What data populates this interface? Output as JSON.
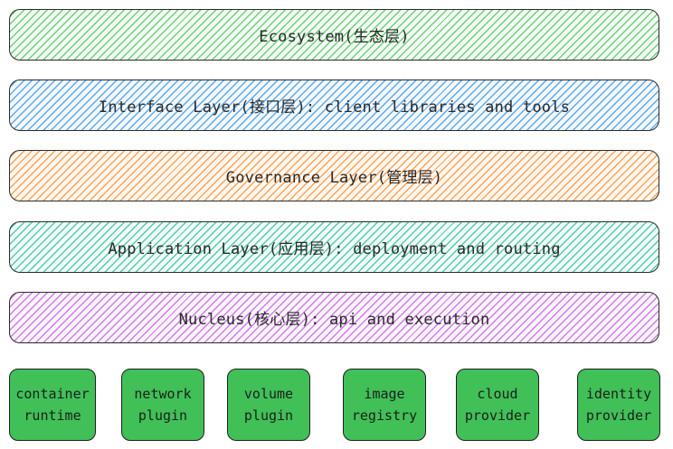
{
  "layers": [
    {
      "label": "Ecosystem(生态层)",
      "color": "#40c057"
    },
    {
      "label": "Interface Layer(接口层): client libraries and tools",
      "color": "#228be6"
    },
    {
      "label": "Governance Layer(管理层)",
      "color": "#fd7e14"
    },
    {
      "label": "Application Layer(应用层): deployment and routing",
      "color": "#12b886"
    },
    {
      "label": "Nucleus(核心层): api and execution",
      "color": "#be4bdb"
    }
  ],
  "components": [
    {
      "label": "container\nruntime"
    },
    {
      "label": "network\nplugin"
    },
    {
      "label": "volume\nplugin"
    },
    {
      "label": "image\nregistry"
    },
    {
      "label": "cloud\nprovider"
    },
    {
      "label": "identity\nprovider"
    }
  ],
  "component_fill": "#40c057"
}
